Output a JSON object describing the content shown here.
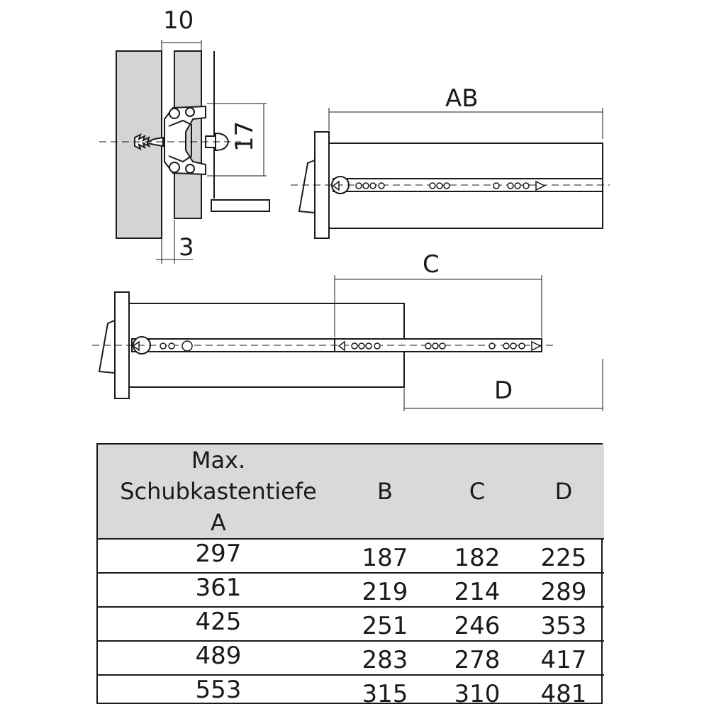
{
  "dimensions": {
    "screw_spacing": "10",
    "slide_height": "17",
    "setback": "3",
    "closed_length": "AB",
    "extension": "C",
    "overhang": "D"
  },
  "table": {
    "header": {
      "a_line1": "Max.",
      "a_line2": "Schubkastentiefe",
      "a_line3": "A",
      "b": "B",
      "c": "C",
      "d": "D"
    },
    "rows": [
      {
        "a": "297",
        "b": "187",
        "c": "182",
        "d": "225"
      },
      {
        "a": "361",
        "b": "219",
        "c": "214",
        "d": "289"
      },
      {
        "a": "425",
        "b": "251",
        "c": "246",
        "d": "353"
      },
      {
        "a": "489",
        "b": "283",
        "c": "278",
        "d": "417"
      },
      {
        "a": "553",
        "b": "315",
        "c": "310",
        "d": "481"
      }
    ]
  },
  "colors": {
    "panel_fill": "#d4d4d4",
    "header_fill": "#d9d9d9",
    "line": "#1a1a1a"
  }
}
